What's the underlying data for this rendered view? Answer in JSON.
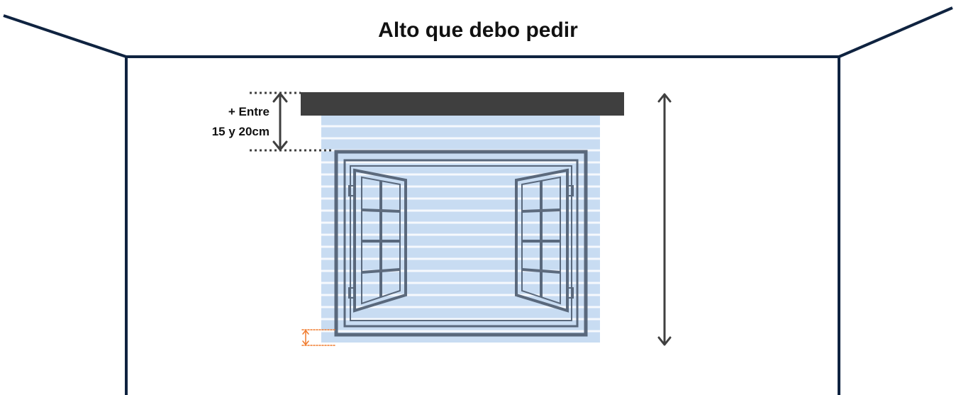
{
  "title": "Alto que debo pedir",
  "note": {
    "line1": "+ Entre",
    "line2": "15 y 20cm"
  },
  "colors": {
    "room_lines": "#0f2340",
    "rail": "#3f3f3f",
    "blind": "#c8dcf2",
    "blind_slat": "#ffffff",
    "window": "#4e5c70",
    "arrow": "#3f3f3f",
    "dotted_guide": "#3f3f3f",
    "bottom_marker": "#f07a2c"
  },
  "icons": {
    "window": "open-casement-window-icon",
    "height_arrow": "double-headed-vertical-arrow-icon"
  }
}
